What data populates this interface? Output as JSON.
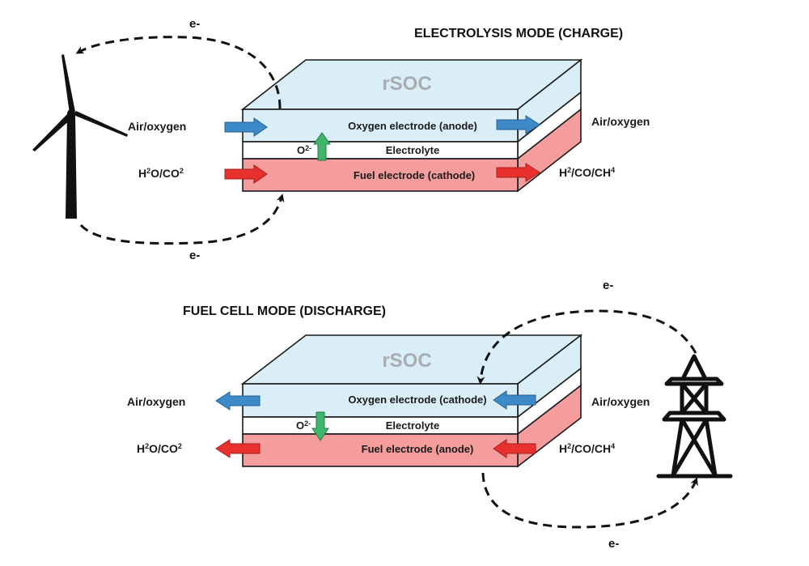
{
  "top": {
    "title": "ELECTROLYSIS MODE (CHARGE)",
    "cell_label": "rSOC",
    "layers": {
      "oxygen": "Oxygen electrode (anode)",
      "electrolyte": "Electrolyte",
      "fuel": "Fuel electrode (cathode)"
    },
    "ion": {
      "base": "O",
      "sup": "2-",
      "direction": "up"
    },
    "inputs": {
      "air": "Air/oxygen",
      "fuel": {
        "parts": [
          "H",
          "2",
          "O/CO",
          "2"
        ]
      }
    },
    "outputs": {
      "air": "Air/oxygen",
      "fuel": {
        "parts": [
          "H",
          "2",
          "/CO/CH",
          "4"
        ]
      }
    },
    "electron_top": "e-",
    "electron_bottom": "e-",
    "source": "wind-turbine"
  },
  "bottom": {
    "title": "FUEL CELL MODE (DISCHARGE)",
    "cell_label": "rSOC",
    "layers": {
      "oxygen": "Oxygen electrode (cathode)",
      "electrolyte": "Electrolyte",
      "fuel": "Fuel electrode (anode)"
    },
    "ion": {
      "base": "O",
      "sup": "2-",
      "direction": "down"
    },
    "outputs": {
      "air": "Air/oxygen",
      "fuel": {
        "parts": [
          "H",
          "2",
          "O/CO",
          "2"
        ]
      }
    },
    "inputs": {
      "air": "Air/oxygen",
      "fuel": {
        "parts": [
          "H",
          "2",
          "/CO/CH",
          "4"
        ]
      }
    },
    "electron_top": "e-",
    "electron_bottom": "e-",
    "sink": "power-grid-tower"
  },
  "colors": {
    "oxygen_layer": "#daeef8",
    "electrolyte_layer": "#ffffff",
    "fuel_layer": "#f59c9c",
    "air_arrow": "#3d8ac8",
    "fuel_arrow": "#e8302f",
    "ion_arrow": "#3fb56c"
  }
}
